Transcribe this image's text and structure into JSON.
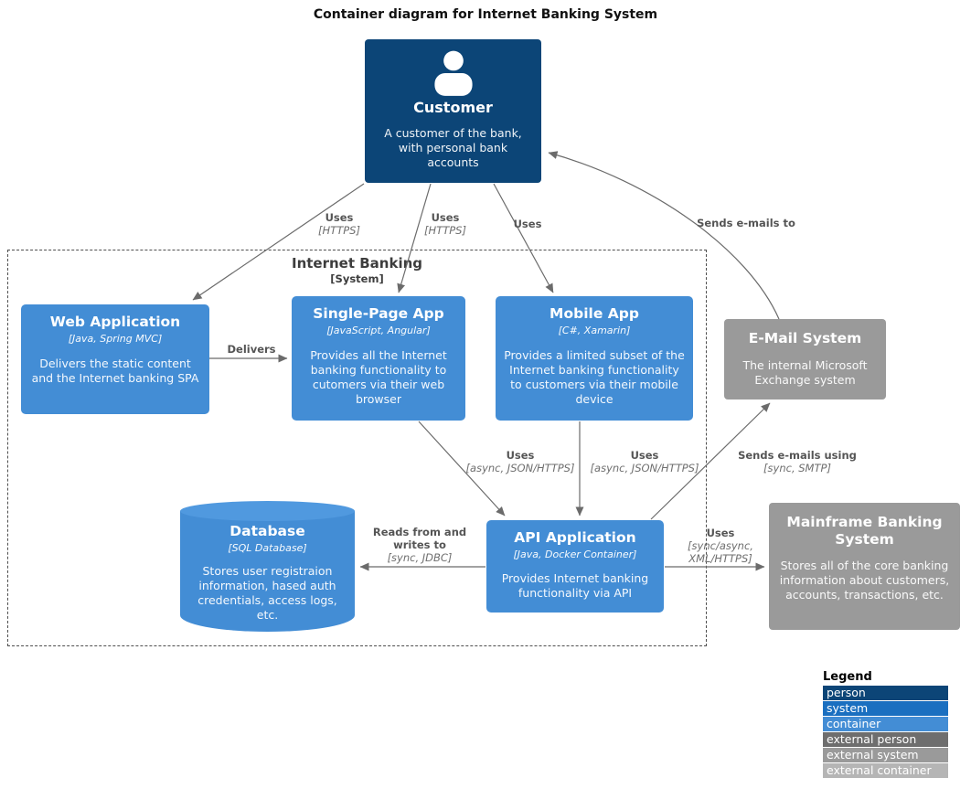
{
  "title": "Container diagram for Internet Banking System",
  "boundary": {
    "name": "Internet Banking",
    "type": "[System]"
  },
  "nodes": {
    "customer": {
      "title": "Customer",
      "description": "A customer of the bank, with personal bank accounts"
    },
    "web_app": {
      "title": "Web Application",
      "tech": "[Java, Spring MVC]",
      "description": "Delivers the static content and the Internet banking SPA"
    },
    "spa": {
      "title": "Single-Page App",
      "tech": "[JavaScript, Angular]",
      "description": "Provides all the Internet banking functionality to cutomers via their web browser"
    },
    "mobile": {
      "title": "Mobile App",
      "tech": "[C#, Xamarin]",
      "description": "Provides a limited subset of the Internet banking functionality to customers via their mobile device"
    },
    "email": {
      "title": "E-Mail System",
      "description": "The internal Microsoft Exchange system"
    },
    "database": {
      "title": "Database",
      "tech": "[SQL Database]",
      "description": "Stores user registraion information, hased auth credentials, access logs, etc."
    },
    "api": {
      "title": "API Application",
      "tech": "[Java, Docker Container]",
      "description": "Provides Internet banking functionality via API"
    },
    "mainframe": {
      "title": "Mainframe Banking System",
      "description": "Stores all of the core banking information about customers, accounts, transactions, etc."
    }
  },
  "edges": {
    "customer_web": {
      "label": "Uses",
      "tech": "[HTTPS]"
    },
    "customer_spa": {
      "label": "Uses",
      "tech": "[HTTPS]"
    },
    "customer_mobile": {
      "label": "Uses"
    },
    "email_customer": {
      "label": "Sends e-mails to"
    },
    "web_spa": {
      "label": "Delivers"
    },
    "spa_api": {
      "label": "Uses",
      "tech": "[async, JSON/HTTPS]"
    },
    "mobile_api": {
      "label": "Uses",
      "tech": "[async, JSON/HTTPS]"
    },
    "api_email": {
      "label": "Sends e-mails using",
      "tech": "[sync, SMTP]"
    },
    "api_db": {
      "label": "Reads from and writes to",
      "tech": "[sync, JDBC]"
    },
    "api_mainframe": {
      "label": "Uses",
      "tech": "[sync/async, XML/HTTPS]"
    }
  },
  "legend": {
    "title": "Legend",
    "items": [
      {
        "label": "person",
        "color": "#0C4577"
      },
      {
        "label": "system",
        "color": "#1A6FC0"
      },
      {
        "label": "container",
        "color": "#438DD5"
      },
      {
        "label": "external person",
        "color": "#6E6E6E"
      },
      {
        "label": "external system",
        "color": "#9A9A9A"
      },
      {
        "label": "external container",
        "color": "#B5B5B5"
      }
    ]
  },
  "colors": {
    "person": "#0C4577",
    "system": "#1A6FC0",
    "container": "#438DD5",
    "container_top": "#5099DF",
    "external_person": "#6E6E6E",
    "external_system": "#9A9A9A",
    "external_container": "#B5B5B5",
    "edge": "#6B6B6B"
  }
}
